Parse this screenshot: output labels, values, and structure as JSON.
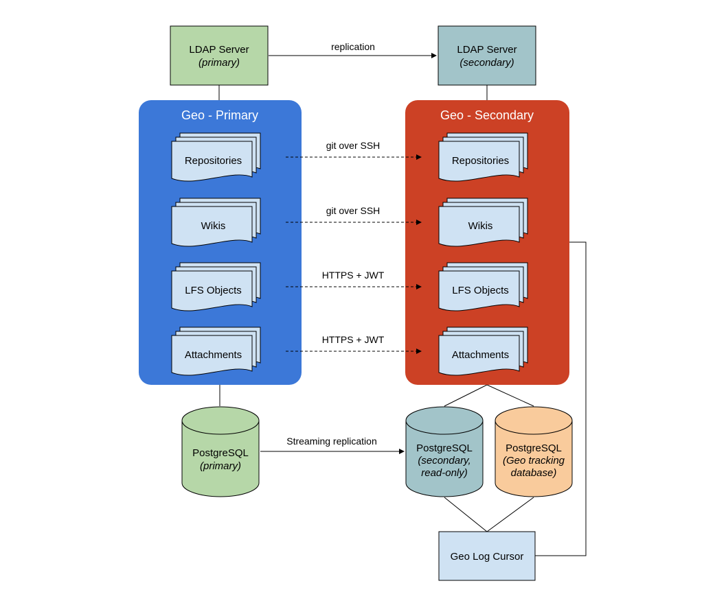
{
  "colors": {
    "ldap_primary": "#b6d7a8",
    "ldap_secondary": "#a2c4c9",
    "geo_primary": "#3c78d8",
    "geo_secondary": "#cc4125",
    "doc_fill": "#cfe2f3",
    "pg_primary": "#b6d7a8",
    "pg_secondary": "#a2c4c9",
    "pg_tracking": "#f9cb9c",
    "cursor_fill": "#cfe2f3"
  },
  "ldap": {
    "primary": {
      "title": "LDAP Server",
      "subtitle": "(primary)"
    },
    "secondary": {
      "title": "LDAP Server",
      "subtitle": "(secondary)"
    },
    "replication_label": "replication"
  },
  "geo_primary": {
    "title": "Geo - Primary",
    "items": [
      "Repositories",
      "Wikis",
      "LFS Objects",
      "Attachments"
    ]
  },
  "geo_secondary": {
    "title": "Geo - Secondary",
    "items": [
      "Repositories",
      "Wikis",
      "LFS Objects",
      "Attachments"
    ]
  },
  "transfers": [
    "git over SSH",
    "git over SSH",
    "HTTPS + JWT",
    "HTTPS + JWT"
  ],
  "postgres": {
    "primary": {
      "title": "PostgreSQL",
      "subtitle": "(primary)"
    },
    "secondary": {
      "title": "PostgreSQL",
      "subtitle_lines": [
        "(secondary,",
        "read-only)"
      ]
    },
    "tracking": {
      "title": "PostgreSQL",
      "subtitle_lines": [
        "(Geo tracking",
        "database)"
      ]
    },
    "streaming_label": "Streaming replication"
  },
  "geo_log_cursor": {
    "label": "Geo Log Cursor"
  }
}
